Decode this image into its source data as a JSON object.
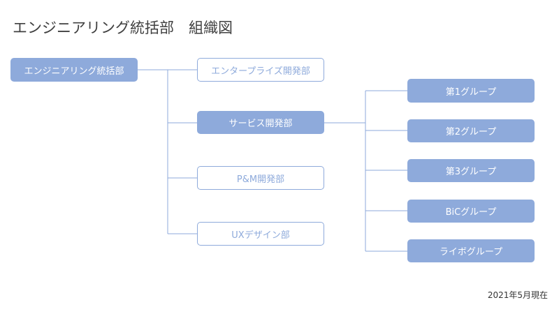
{
  "title": "エンジニアリング統括部　組織図",
  "footnote": "2021年5月現在",
  "colors": {
    "accent": "#8eaadb",
    "title_text": "#404040",
    "filled_text": "#ffffff"
  },
  "root": {
    "label": "エンジニアリング統括部"
  },
  "departments": [
    {
      "label": "エンタープライズ開発部",
      "style": "outline"
    },
    {
      "label": "サービス開発部",
      "style": "filled"
    },
    {
      "label": "P&M開発部",
      "style": "outline"
    },
    {
      "label": "UXデザイン部",
      "style": "outline"
    }
  ],
  "groups": [
    {
      "label": "第1グループ"
    },
    {
      "label": "第2グループ"
    },
    {
      "label": "第3グループ"
    },
    {
      "label": "BiCグループ"
    },
    {
      "label": "ライボグループ"
    }
  ]
}
